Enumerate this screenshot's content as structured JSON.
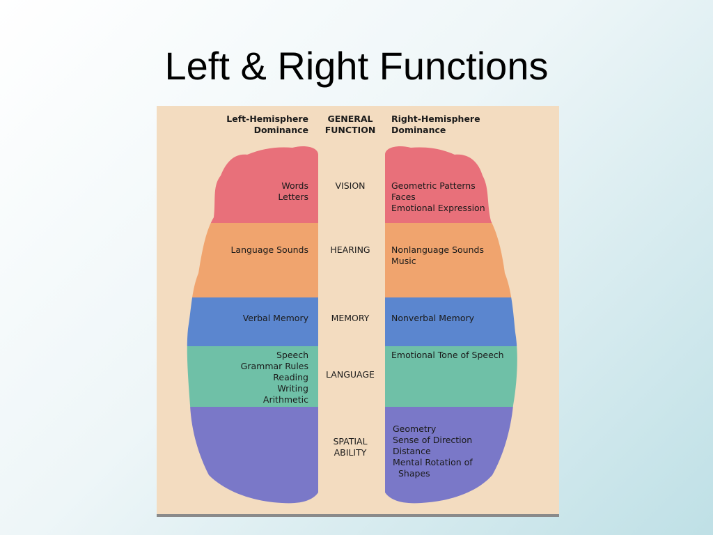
{
  "slide": {
    "title": "Left & Right Functions"
  },
  "headers": {
    "left": [
      "Left-Hemisphere",
      "Dominance"
    ],
    "center": [
      "GENERAL",
      "FUNCTION"
    ],
    "right": [
      "Right-Hemisphere",
      "Dominance"
    ]
  },
  "bands": [
    {
      "function": [
        "VISION"
      ],
      "left": [
        "Words",
        "Letters"
      ],
      "right": [
        "Geometric Patterns",
        "Faces",
        "Emotional Expression"
      ],
      "color": "#e8707a"
    },
    {
      "function": [
        "HEARING"
      ],
      "left": [
        "Language Sounds"
      ],
      "right": [
        "Nonlanguage Sounds",
        "Music"
      ],
      "color": "#f0a46e"
    },
    {
      "function": [
        "MEMORY"
      ],
      "left": [
        "Verbal Memory"
      ],
      "right": [
        "Nonverbal Memory"
      ],
      "color": "#5b86cf"
    },
    {
      "function": [
        "LANGUAGE"
      ],
      "left": [
        "Speech",
        "Grammar Rules",
        "Reading",
        "Writing",
        "Arithmetic"
      ],
      "right": [
        "Emotional Tone of Speech"
      ],
      "color": "#6fc0a7"
    },
    {
      "function": [
        "SPATIAL",
        "ABILITY"
      ],
      "left": [],
      "right": [
        "Geometry",
        "Sense of Direction",
        "Distance",
        "Mental Rotation of",
        "Shapes"
      ],
      "color": "#7a78c8"
    }
  ]
}
